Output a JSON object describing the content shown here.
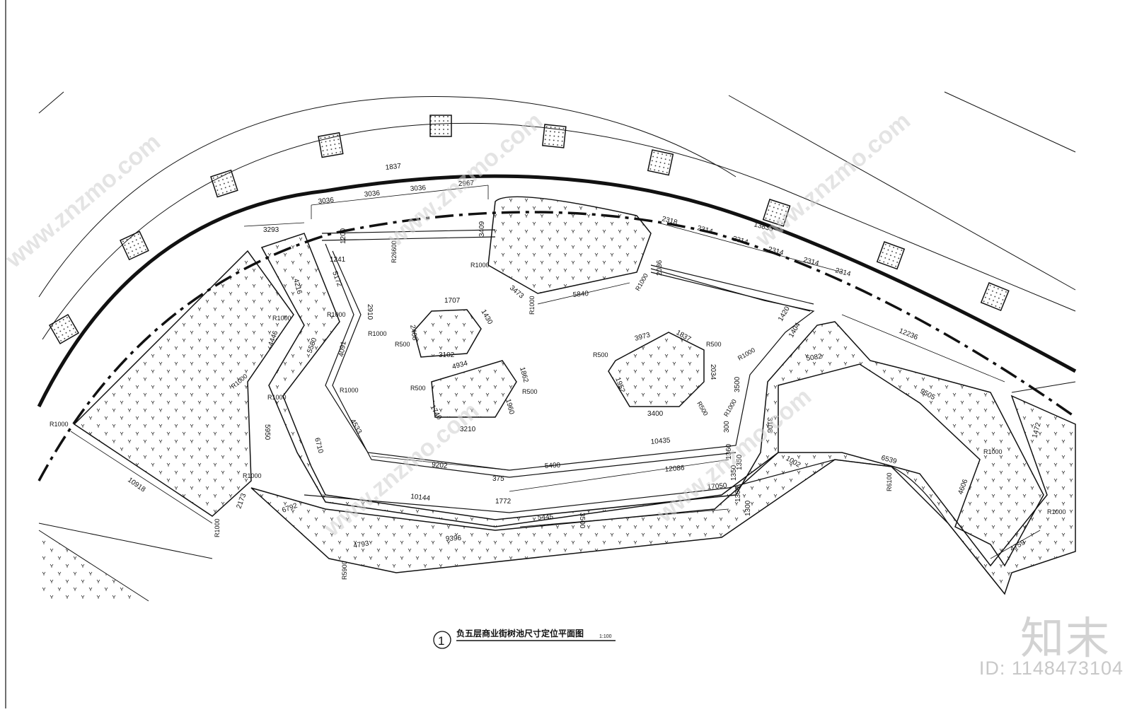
{
  "drawing": {
    "title": "负五层商业街树池尺寸定位平面图",
    "scale": "1:100",
    "index_no": "1"
  },
  "dimensions": {
    "top_arc": [
      "1837",
      "3036",
      "3036",
      "3036",
      "2967",
      "3293",
      "1200",
      "R26600",
      "3409"
    ],
    "top_right": [
      "2318",
      "2314",
      "2314",
      "2314",
      "2314",
      "2314",
      "13835",
      "12236",
      "5082",
      "9505"
    ],
    "left": [
      "4216",
      "4446",
      "5580",
      "5950",
      "6710",
      "1241",
      "5172",
      "2910",
      "4091",
      "4533"
    ],
    "bottom": [
      "10918",
      "2173",
      "6792",
      "4793",
      "9396",
      "10144",
      "9202",
      "1772",
      "5400",
      "5445",
      "375",
      "3500",
      "12086",
      "17050",
      "10435",
      "3108",
      "6539",
      "4606",
      "4759",
      "1472"
    ],
    "small": [
      "3500",
      "300",
      "1360",
      "1300",
      "1350",
      "1350",
      "1300",
      "1420",
      "1404",
      "1002",
      "2036",
      "3473",
      "5840"
    ],
    "islands": [
      "1707",
      "2408",
      "1430",
      "3102",
      "4934",
      "1862",
      "1960",
      "1740",
      "3210",
      "3973",
      "1837",
      "2034",
      "1952",
      "3400"
    ],
    "radii": [
      "R1000",
      "R500",
      "R6100",
      "R5900"
    ]
  },
  "watermark": {
    "site": "www.znzmo.com",
    "brand": "知末",
    "id": "ID: 1148473104"
  },
  "colors": {
    "line": "#111111",
    "watermark": "#cfcfcf"
  }
}
